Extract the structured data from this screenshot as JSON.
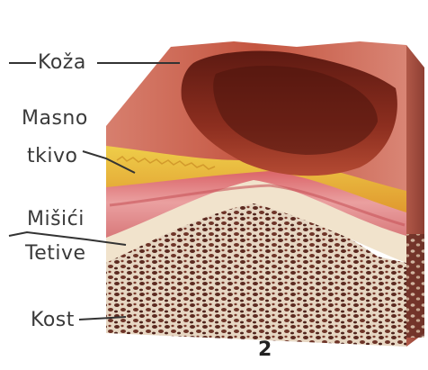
{
  "labels": {
    "koza": "Koža",
    "masno_line1": "Masno",
    "masno_line2": "tkivo",
    "misici_line1": "Mišići",
    "misici_line2": "Tetive",
    "kost": "Kost",
    "figure_number": "2"
  },
  "colors": {
    "skin_surface": "#d9786a",
    "wound_dark": "#7a2418",
    "wound_mid": "#a8432e",
    "wound_rim": "#c95a44",
    "fat_yellow": "#e8c440",
    "fat_orange": "#e2a23a",
    "muscle_pink": "#e79a9a",
    "muscle_red": "#c9555a",
    "tendon_cream": "#f2e6d0",
    "bone_dark": "#5a2a22",
    "bone_light": "#e9dccb",
    "side_face": "#c26a58",
    "leader_line": "#333333"
  }
}
